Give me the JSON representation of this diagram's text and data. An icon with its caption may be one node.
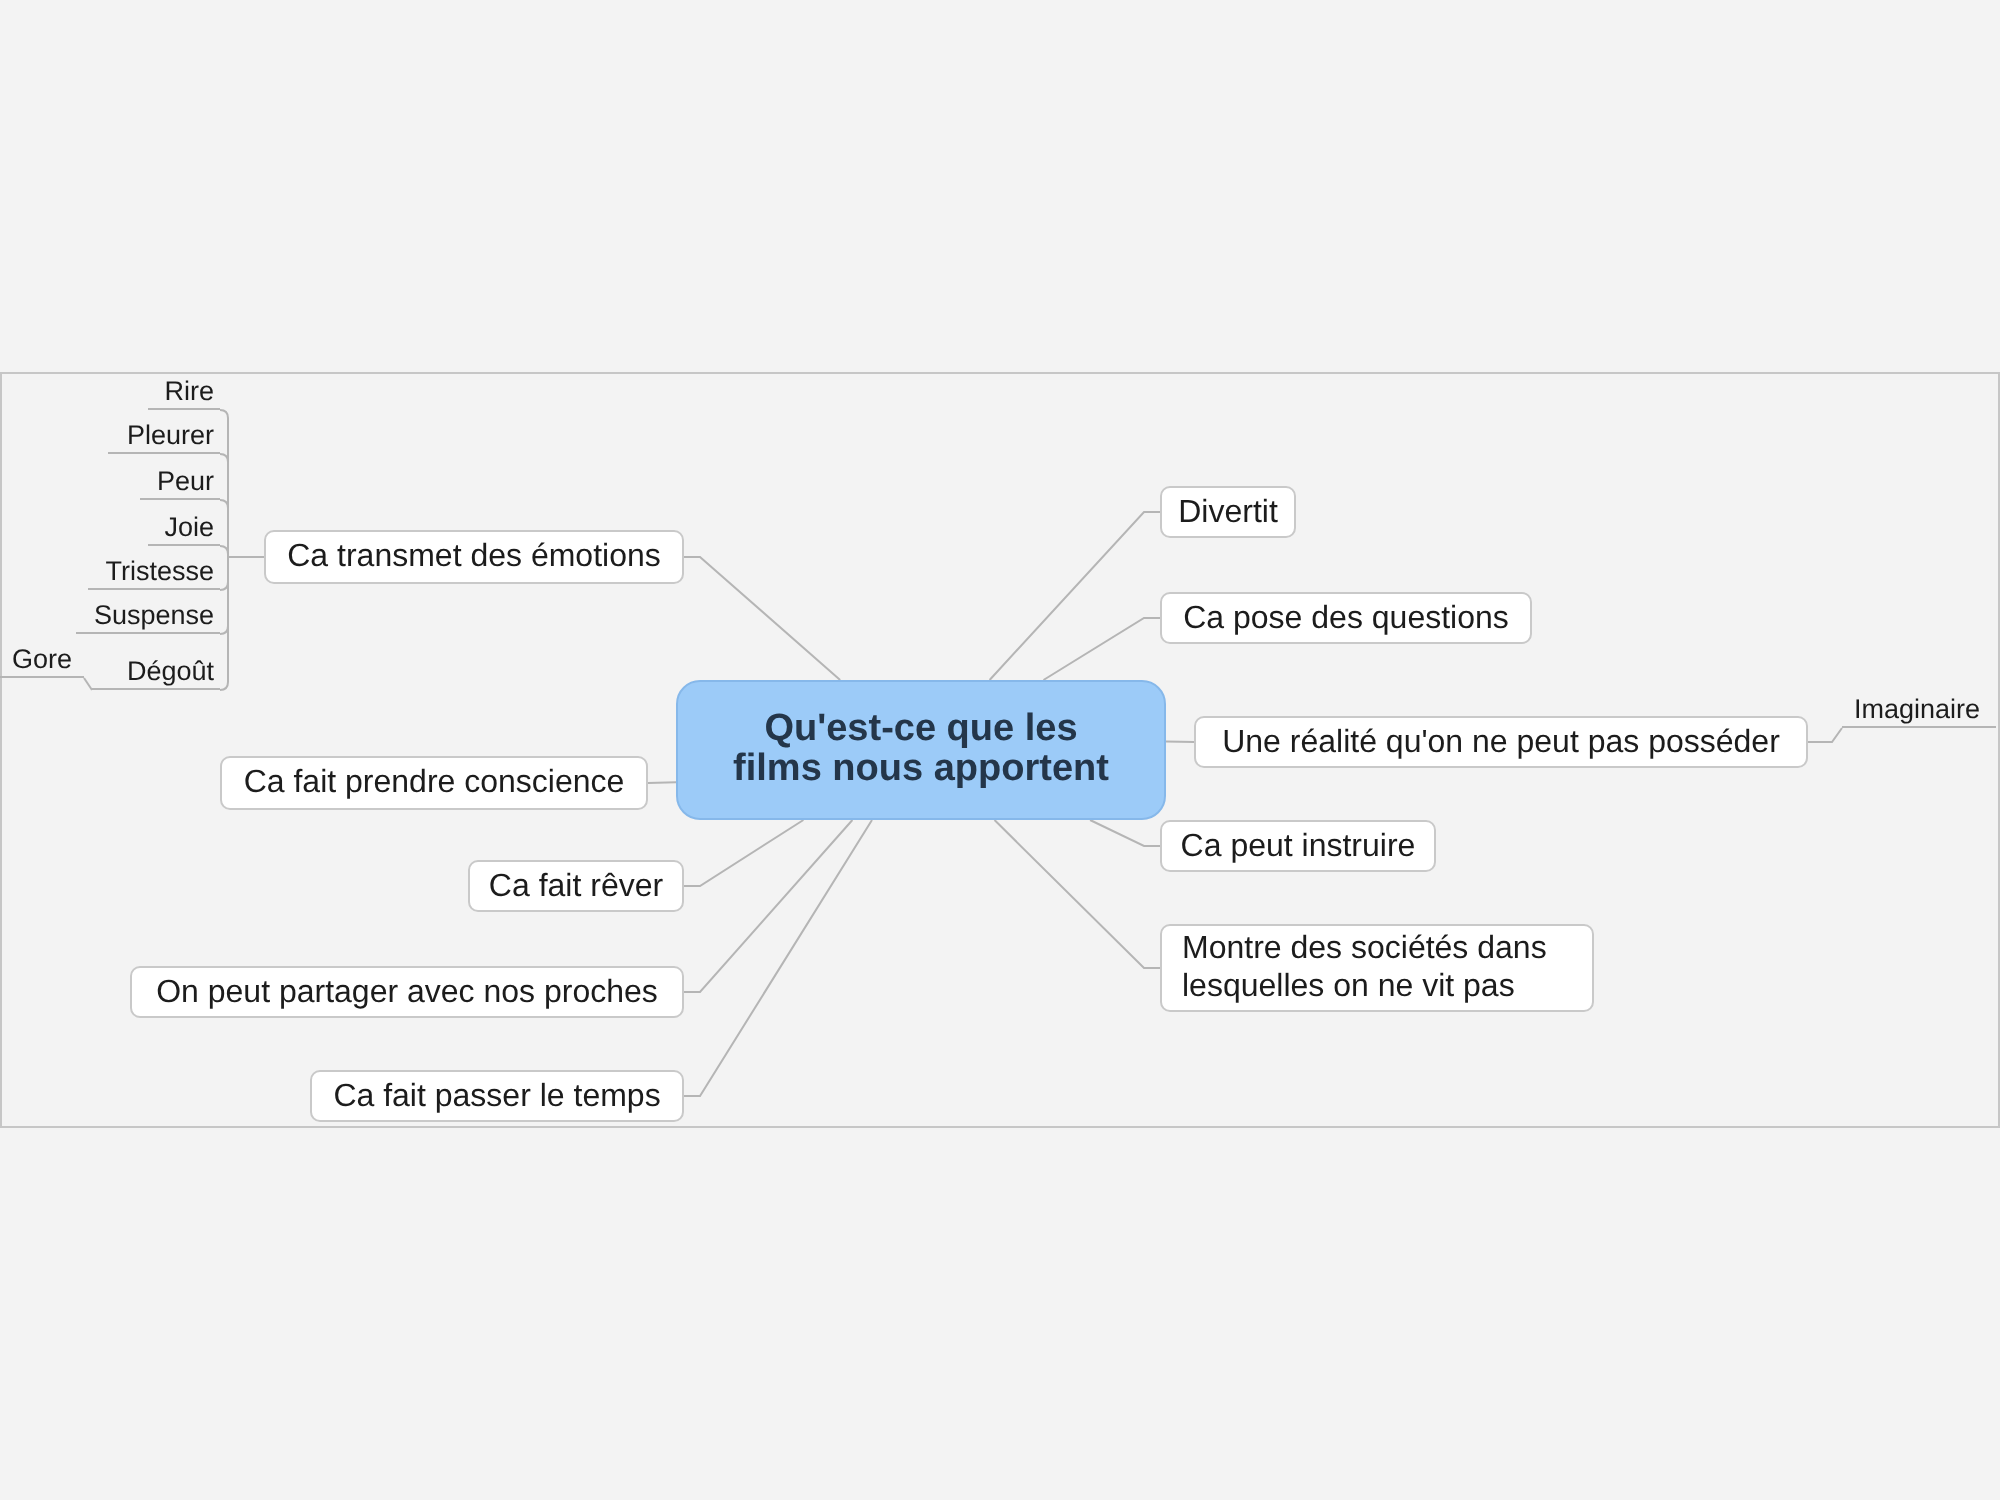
{
  "diagram": {
    "nodes": [
      {
        "text": [
          "Qu'est-ce que les films nous apportent"
        ]
      },
      {
        "text": [
          "Ca transmet des émotions"
        ]
      },
      {
        "text": [
          "Rire"
        ]
      },
      {
        "text": [
          "Pleurer"
        ]
      },
      {
        "text": [
          "Peur"
        ]
      },
      {
        "text": [
          "Joie"
        ]
      },
      {
        "text": [
          "Tristesse"
        ]
      },
      {
        "text": [
          "Suspense"
        ]
      },
      {
        "text": [
          "Dégoût"
        ]
      },
      {
        "text": [
          "Gore"
        ]
      },
      {
        "text": [
          "Ca fait prendre conscience"
        ]
      },
      {
        "text": [
          "Ca fait rêver"
        ]
      },
      {
        "text": [
          "On peut partager avec nos proches"
        ]
      },
      {
        "text": [
          "Ca fait passer le temps"
        ]
      },
      {
        "text": [
          "Divertit"
        ]
      },
      {
        "text": [
          "Ca pose des questions"
        ]
      },
      {
        "text": [
          "Une réalité qu'on ne peut pas posséder"
        ]
      },
      {
        "text": [
          "Imaginaire"
        ]
      },
      {
        "text": [
          "Ca peut instruire"
        ]
      },
      {
        "text": [
          "Montre des sociétés dans lesquelles on ne vit pas"
        ]
      }
    ],
    "edges": [
      {
        "from": 0,
        "to": 1,
        "arrow": "none"
      },
      {
        "from": 1,
        "to": 2,
        "arrow": "none"
      },
      {
        "from": 1,
        "to": 3,
        "arrow": "none"
      },
      {
        "from": 1,
        "to": 4,
        "arrow": "none"
      },
      {
        "from": 1,
        "to": 5,
        "arrow": "none"
      },
      {
        "from": 1,
        "to": 6,
        "arrow": "none"
      },
      {
        "from": 1,
        "to": 7,
        "arrow": "none"
      },
      {
        "from": 1,
        "to": 8,
        "arrow": "none"
      },
      {
        "from": 8,
        "to": 9,
        "arrow": "none"
      },
      {
        "from": 0,
        "to": 10,
        "arrow": "none"
      },
      {
        "from": 0,
        "to": 11,
        "arrow": "none"
      },
      {
        "from": 0,
        "to": 12,
        "arrow": "none"
      },
      {
        "from": 0,
        "to": 13,
        "arrow": "none"
      },
      {
        "from": 0,
        "to": 14,
        "arrow": "none"
      },
      {
        "from": 0,
        "to": 15,
        "arrow": "none"
      },
      {
        "from": 0,
        "to": 16,
        "arrow": "none"
      },
      {
        "from": 16,
        "to": 17,
        "arrow": "none"
      },
      {
        "from": 0,
        "to": 18,
        "arrow": "none"
      },
      {
        "from": 0,
        "to": 19,
        "arrow": "none"
      }
    ]
  }
}
